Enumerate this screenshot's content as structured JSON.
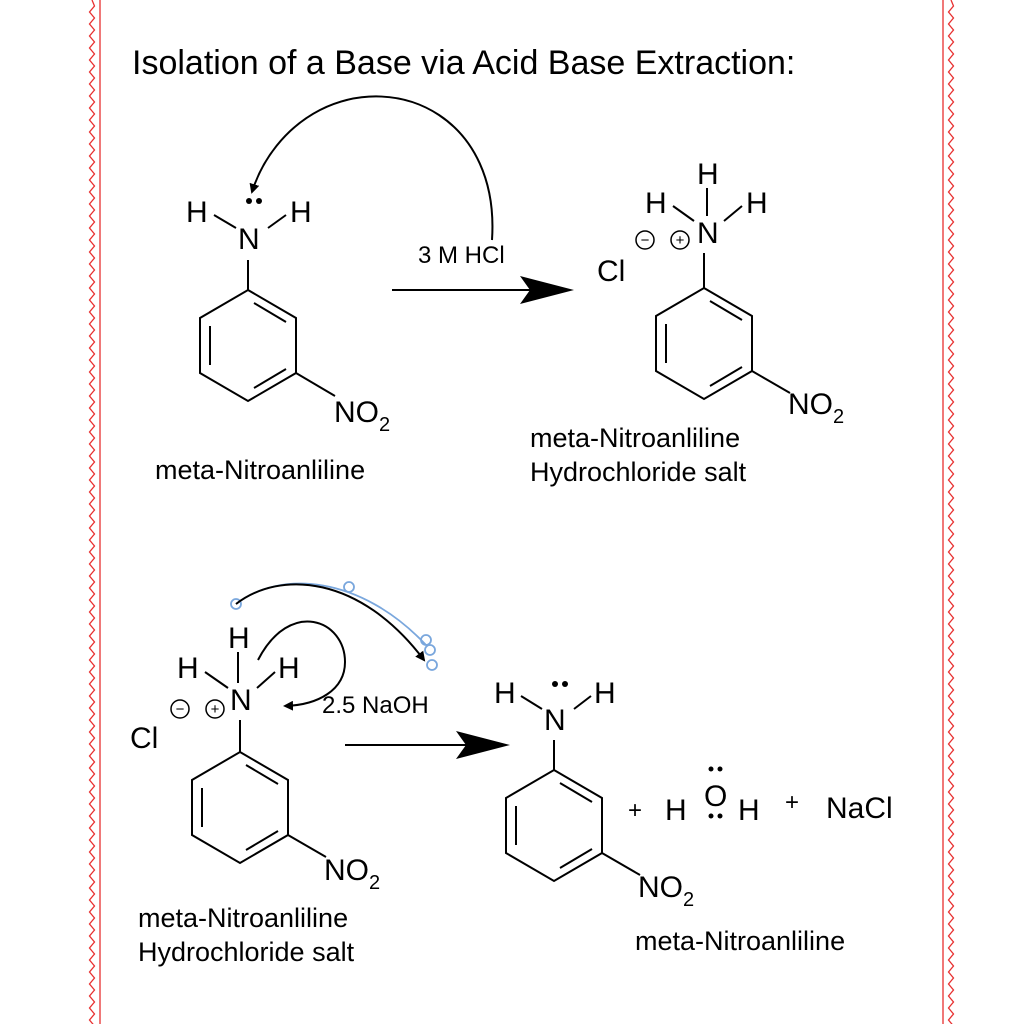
{
  "title": "Isolation of a Base via Acid Base Extraction:",
  "reaction1": {
    "reactant_label": "meta-Nitroanliline",
    "reagent": "3 M HCl",
    "product_label_line1": "meta-Nitroanliline",
    "product_label_line2": "Hydrochloride salt"
  },
  "reaction2": {
    "reactant_label_line1": "meta-Nitroanliline",
    "reactant_label_line2": "Hydrochloride salt",
    "reagent": "2.5 NaOH",
    "product_label": "meta-Nitroanliline",
    "plus_symbol": "+",
    "nacl": "NaCl"
  },
  "atoms": {
    "H": "H",
    "N": "N",
    "O": "O",
    "Cl": "Cl",
    "nitro_main": "NO",
    "nitro_sub": "2",
    "minus": "−",
    "plus": "+"
  },
  "colors": {
    "border": "#e83030",
    "ink": "#000000",
    "selection": "#7aa7dd"
  }
}
